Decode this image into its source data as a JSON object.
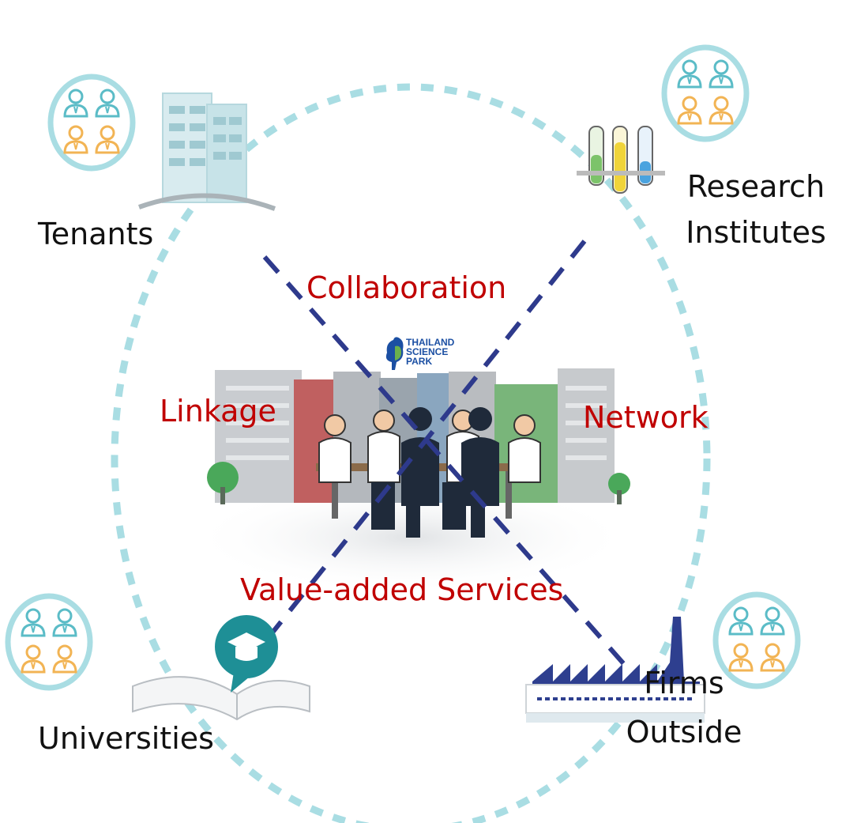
{
  "nodes": {
    "tenants": "Tenants",
    "research": "Research Institutes",
    "research_line1": "Research",
    "research_line2": "Institutes",
    "universities": "Universities",
    "firms_line1": "Firms",
    "firms_line2": "Outside"
  },
  "keywords": {
    "collaboration": "Collaboration",
    "linkage": "Linkage",
    "network": "Network",
    "value_added": "Value-added Services"
  },
  "logo": {
    "line1": "THAILAND",
    "line2": "SCIENCE",
    "line3": "PARK"
  },
  "colors": {
    "ring": "#a9dde3",
    "connector": "#2e3a8c",
    "keyword": "#c00000",
    "text": "#111111",
    "person_blue": "#5bbcc7",
    "person_orange": "#f2b454",
    "badge_ring": "#a9dde3",
    "logo_blue": "#1b4fa3",
    "logo_green": "#6ab04c"
  }
}
